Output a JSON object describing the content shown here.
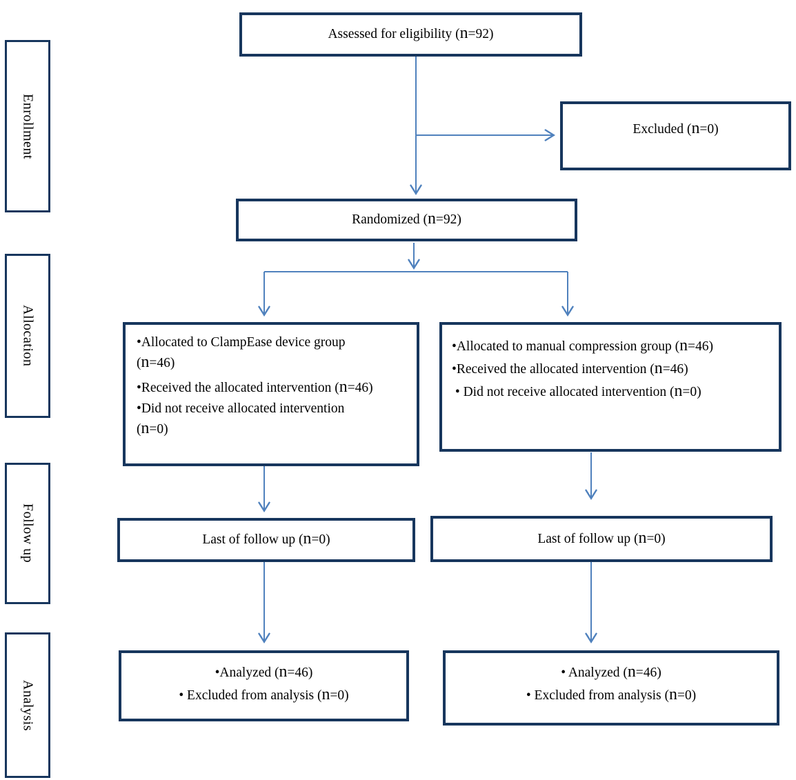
{
  "stages": [
    {
      "label": "Enrollment"
    },
    {
      "label": "Allocation"
    },
    {
      "label": "Follow up"
    },
    {
      "label": "Analysis"
    }
  ],
  "boxes": {
    "assessed": {
      "text": "Assessed for eligibility (n=92)"
    },
    "excluded": {
      "text": "Excluded (n=0)"
    },
    "randomized": {
      "text": "Randomized (n=92)"
    },
    "alloc_left": {
      "lines": [
        "•Allocated to ClampEase device group",
        "(n=46)",
        "•Received the allocated intervention (n=46)",
        "•Did not receive allocated intervention",
        "(n=0)"
      ]
    },
    "alloc_right": {
      "lines": [
        "•Allocated to manual compression group (n=46)",
        "•Received the allocated intervention (n=46)",
        " • Did not receive allocated intervention (n=0)"
      ]
    },
    "followup_left": {
      "text": "Last of follow up (n=0)"
    },
    "followup_right": {
      "text": "Last of follow up (n=0)"
    },
    "analysis_left": {
      "lines": [
        "•Analyzed (n=46)",
        "• Excluded from analysis (n=0)"
      ]
    },
    "analysis_right": {
      "lines": [
        "• Analyzed (n=46)",
        "• Excluded from analysis (n=0)"
      ]
    }
  },
  "colors": {
    "box_border": "#17365d",
    "arrow": "#4f81bd",
    "text": "#000000",
    "background": "#ffffff"
  }
}
